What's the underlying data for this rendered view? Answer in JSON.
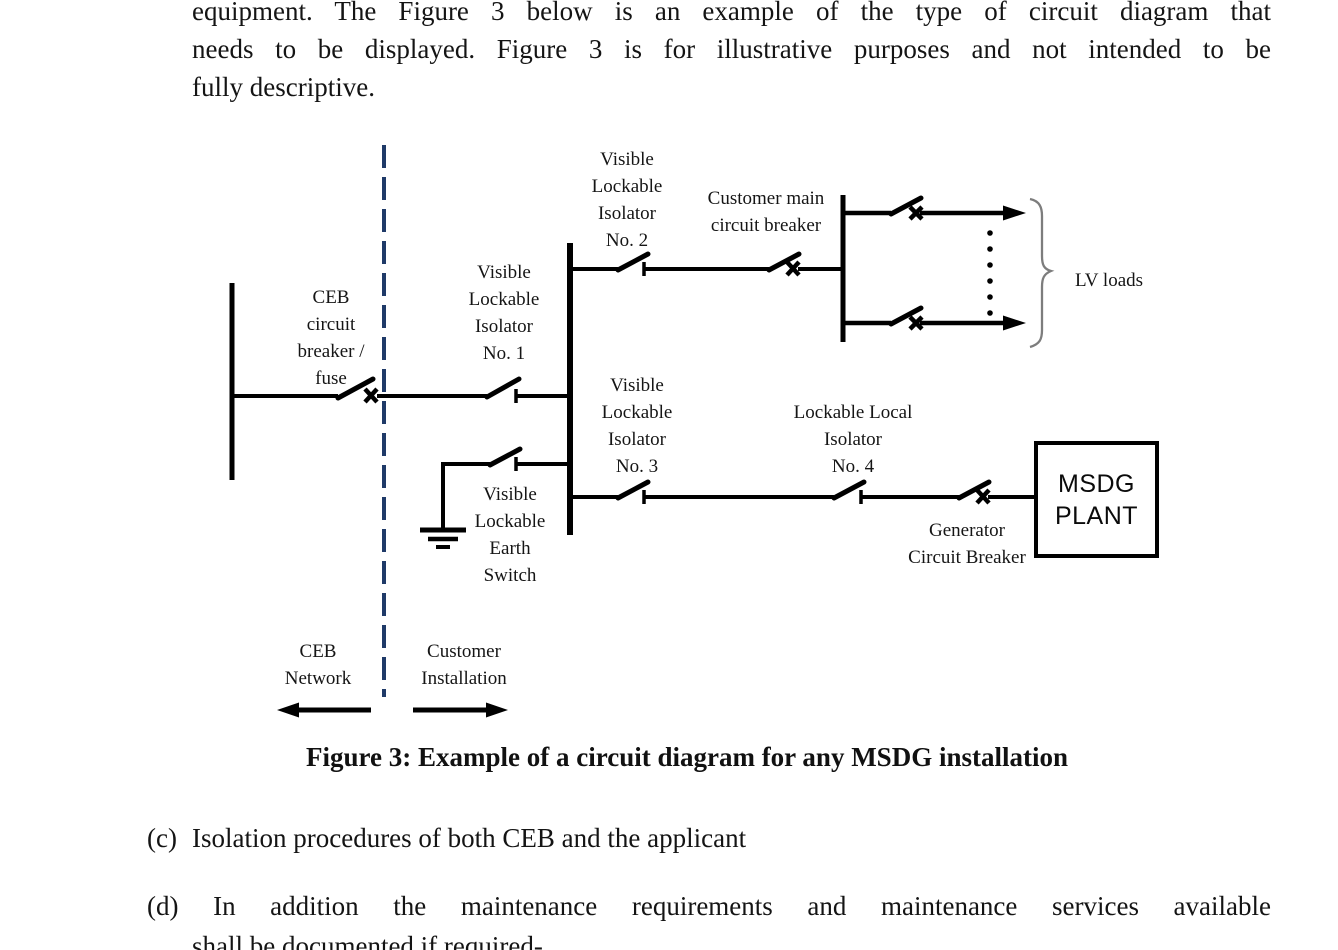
{
  "page": {
    "intro_lines": [
      "equipment. The Figure 3 below is an example of the type of circuit diagram that",
      "needs to be displayed. Figure 3 is for illustrative purposes and not intended to be",
      "fully descriptive."
    ],
    "caption": "Figure 3: Example of a circuit diagram for any MSDG installation",
    "item_c": {
      "marker": "(c)",
      "text": "Isolation procedures of both CEB and the applicant"
    },
    "item_d": {
      "line1": "(d) In addition the maintenance requirements and maintenance services available",
      "line2": "shall be documented if required-"
    }
  },
  "diagram": {
    "labels": {
      "isolator2": "Visible\nLockable\nIsolator\nNo. 2",
      "customer_main_cb": "Customer main\ncircuit breaker",
      "lv_loads": "LV loads",
      "ceb_breaker_fuse": "CEB\ncircuit\nbreaker /\nfuse",
      "isolator1": "Visible\nLockable\nIsolator\nNo. 1",
      "isolator3": "Visible\nLockable\nIsolator\nNo. 3",
      "isolator4": "Lockable Local\nIsolator\nNo. 4",
      "earth_switch": "Visible\nLockable\nEarth\nSwitch",
      "generator_cb": "Generator\nCircuit Breaker",
      "msdg_plant": "MSDG\nPLANT",
      "ceb_network": "CEB\nNetwork",
      "customer_installation": "Customer\nInstallation"
    },
    "colors": {
      "line": "#000000",
      "boundary_dash": "#1f3a68",
      "brace": "#7d7d7d"
    }
  }
}
